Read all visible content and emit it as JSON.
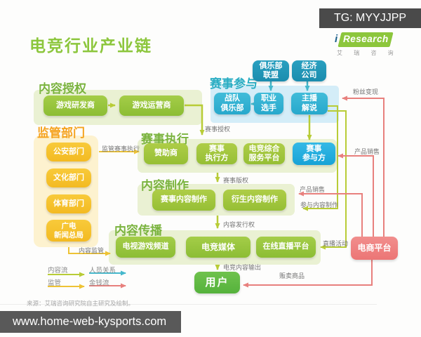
{
  "header": {
    "tg_badge": "TG: MYYJJPP",
    "title": "电竞行业产业链"
  },
  "logo": {
    "i": "i",
    "research": "Research",
    "caption": "艾 瑞 咨 询"
  },
  "groups": {
    "licensing": {
      "label": "内容授权",
      "developer": "游戏研发商",
      "operator": "游戏运营商"
    },
    "regulation": {
      "label": "监管部门",
      "police": "公安部门",
      "culture": "文化部门",
      "sports": "体育部门",
      "broadcast": "广电\n新闻总局"
    },
    "participation": {
      "label": "赛事参与",
      "club_union": "俱乐部\n联盟",
      "agency": "经济\n公司",
      "team_club": "战队\n俱乐部",
      "pro_player": "职业\n选手",
      "anchor_caster": "主播\n解说"
    },
    "execution": {
      "label": "赛事执行",
      "sponsor": "赞助商",
      "executor": "赛事\n执行方",
      "service_platform": "电竞综合\n服务平台",
      "participant": "赛事\n参与方"
    },
    "production": {
      "label": "内容制作",
      "event_content": "赛事内容制作",
      "derivative_content": "衍生内容制作"
    },
    "distribution": {
      "label": "内容传播",
      "tv_channel": "电视游戏频道",
      "esports_media": "电竞媒体",
      "live_platform": "在线直播平台"
    },
    "user": "用户",
    "ecommerce": "电商平台"
  },
  "flows": {
    "event_license": "赛事授权",
    "event_copyright": "赛事版权",
    "distribution_right": "内容发行权",
    "content_output": "电竞内容输出",
    "fan_monetize": "粉丝变现",
    "product_sale_upper": "产品销售",
    "product_sale_lower": "产品销售",
    "join_production": "参与内容制作",
    "live_activity": "直播活动",
    "sell_goods": "贩卖商品",
    "regulate_execution": "监管赛事执行",
    "content_regulation": "内容监管"
  },
  "legend": {
    "content_flow": "内容流",
    "people_relation": "人员关系",
    "regulation": "监管",
    "money_flow": "金钱流"
  },
  "source": "来源：艾瑞咨询研究院自主研究及绘制。",
  "footer": {
    "site": "www.home-web-kysports.com"
  },
  "colors": {
    "title_green": "#8cc63c",
    "section_green": "#7ab33e",
    "section_orange": "#f5a31f",
    "section_teal": "#2aadc3",
    "box_green": "#97c43c",
    "box_yellow": "#f6c32e",
    "box_dark_teal": "#1e96b7",
    "box_teal": "#36b6d8",
    "box_blue": "#27b0e2",
    "box_pink": "#ef8283",
    "box_user_green": "#62bb46",
    "container_green": "#eaf1d3",
    "container_yellow": "#fdf2cf",
    "container_blue": "#d4edf8",
    "flow_green": "#b8cc36",
    "flow_teal": "#45b8cc",
    "flow_yellow": "#eec335",
    "flow_red": "#e8807d"
  }
}
